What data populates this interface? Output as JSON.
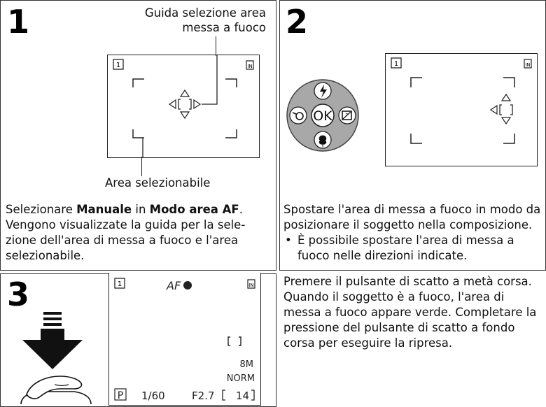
{
  "step1": {
    "number": "1",
    "callout_top": [
      "Guida selezione area",
      "messa a fuoco"
    ],
    "callout_bottom": "Area selezionabile",
    "desc_prefix": "Selezionare ",
    "desc_bold1": "Manuale",
    "desc_mid": " in ",
    "desc_bold2": "Modo area AF",
    "desc_suffix": ".",
    "desc_line2": "Vengono visualizzate la guida per la sele-",
    "desc_line3": "zione dell'area di messa a fuoco e l'area",
    "desc_line4": "selezionabile."
  },
  "step2": {
    "number": "2",
    "desc_line1": "Spostare l'area di messa a fuoco in modo da",
    "desc_line2": "posizionare il soggetto nella composizione.",
    "bullet_line1": "È possibile spostare l'area di messa a",
    "bullet_line2": "fuoco nelle direzioni indicate.",
    "ok_label": "OK"
  },
  "step3": {
    "number": "3",
    "lcd_af": "AF",
    "lcd_mode": "P",
    "lcd_shutter": "1/60",
    "lcd_aperture": "F2.7",
    "lcd_frames": "14",
    "lcd_size": "8M",
    "lcd_quality": "NORM",
    "desc_line1": "Premere il pulsante di scatto a metà corsa.",
    "desc_line2": "Quando il soggetto è a fuoco, l'area di",
    "desc_line3": "messa a fuoco appare verde. Completare la",
    "desc_line4": "pressione del pulsante di scatto a fondo",
    "desc_line5": "corsa per eseguire la ripresa."
  },
  "lcd_icons": {
    "mode": "1",
    "memory": "IN"
  }
}
